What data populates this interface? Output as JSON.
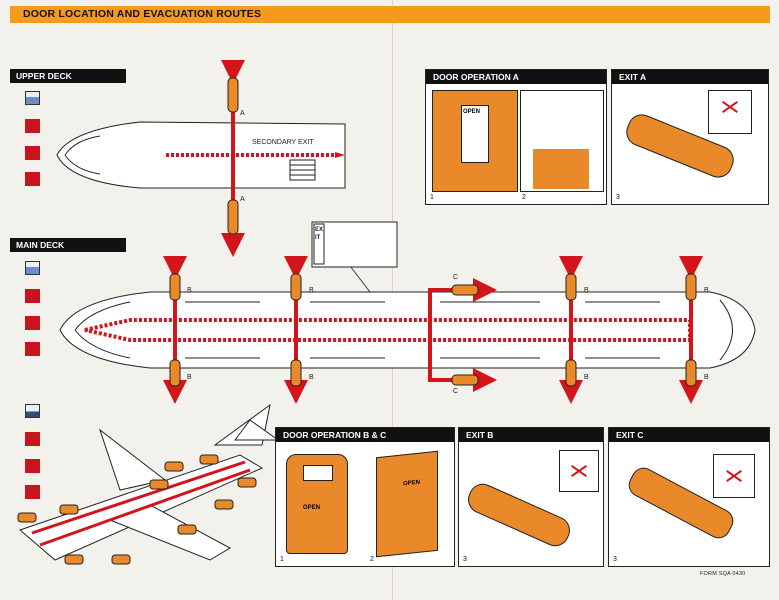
{
  "header": {
    "title": "DOOR LOCATION AND EVACUATION ROUTES"
  },
  "decks": {
    "upper": {
      "label": "UPPER DECK",
      "door_label": "A",
      "secondary_exit": "SECONDARY EXIT"
    },
    "main": {
      "label": "MAIN DECK",
      "door_label_b": "B",
      "door_label_c": "C"
    }
  },
  "exit_sign": {
    "text": "EXIT"
  },
  "panels": {
    "door_a": {
      "title": "DOOR OPERATION A",
      "open_text": "OPEN",
      "steps": [
        "1",
        "2"
      ]
    },
    "exit_a": {
      "title": "EXIT A",
      "step": "3"
    },
    "door_bc": {
      "title": "DOOR OPERATION B & C",
      "open_text": "OPEN",
      "steps": [
        "1",
        "2"
      ]
    },
    "exit_b": {
      "title": "EXIT B",
      "step": "3"
    },
    "exit_c": {
      "title": "EXIT C",
      "step": "3"
    }
  },
  "footer": {
    "form_number": "FORM SQA 0430"
  },
  "colors": {
    "accent": "#f59a1c",
    "route_red": "#d3141b",
    "slide_orange": "#e9892a"
  }
}
